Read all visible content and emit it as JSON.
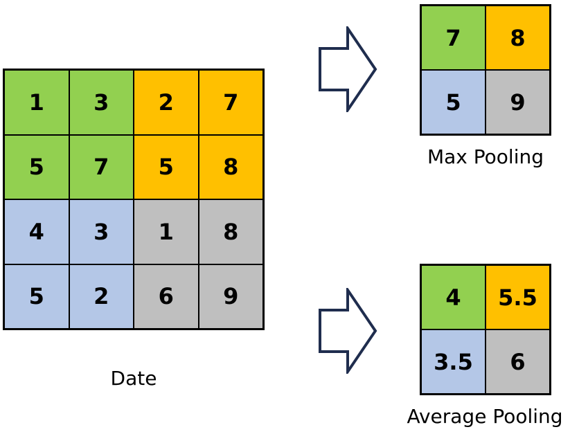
{
  "colors": {
    "green": "#92D050",
    "orange": "#FFC000",
    "blue": "#B4C7E7",
    "gray": "#BFBFBF",
    "arrow_stroke": "#1F2D4E"
  },
  "input_grid": {
    "caption": "Date",
    "rows": [
      [
        {
          "value": "1",
          "color": "green"
        },
        {
          "value": "3",
          "color": "green"
        },
        {
          "value": "2",
          "color": "orange"
        },
        {
          "value": "7",
          "color": "orange"
        }
      ],
      [
        {
          "value": "5",
          "color": "green"
        },
        {
          "value": "7",
          "color": "green"
        },
        {
          "value": "5",
          "color": "orange"
        },
        {
          "value": "8",
          "color": "orange"
        }
      ],
      [
        {
          "value": "4",
          "color": "blue"
        },
        {
          "value": "3",
          "color": "blue"
        },
        {
          "value": "1",
          "color": "gray"
        },
        {
          "value": "8",
          "color": "gray"
        }
      ],
      [
        {
          "value": "5",
          "color": "blue"
        },
        {
          "value": "2",
          "color": "blue"
        },
        {
          "value": "6",
          "color": "gray"
        },
        {
          "value": "9",
          "color": "gray"
        }
      ]
    ]
  },
  "max_pooling": {
    "caption": "Max Pooling",
    "rows": [
      [
        {
          "value": "7",
          "color": "green"
        },
        {
          "value": "8",
          "color": "orange"
        }
      ],
      [
        {
          "value": "5",
          "color": "blue"
        },
        {
          "value": "9",
          "color": "gray"
        }
      ]
    ]
  },
  "average_pooling": {
    "caption": "Average Pooling",
    "rows": [
      [
        {
          "value": "4",
          "color": "green"
        },
        {
          "value": "5.5",
          "color": "orange"
        }
      ],
      [
        {
          "value": "3.5",
          "color": "blue"
        },
        {
          "value": "6",
          "color": "gray"
        }
      ]
    ]
  },
  "arrows": [
    {
      "icon": "right-arrow-icon",
      "target": "max_pooling"
    },
    {
      "icon": "right-arrow-icon",
      "target": "average_pooling"
    }
  ]
}
